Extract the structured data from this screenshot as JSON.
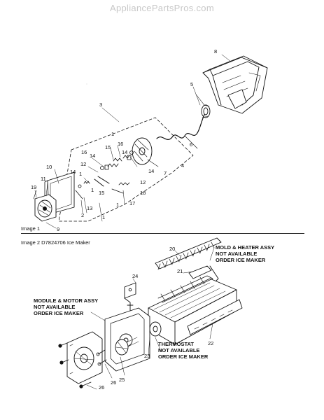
{
  "watermark": "AppliancePartsPros.com",
  "image1": {
    "caption": "Image 1"
  },
  "image2": {
    "caption": "Image 2  D7824706 Ice Maker"
  },
  "notes": {
    "mold": [
      "MOLD & HEATER ASSY",
      "NOT AVAILABLE",
      "ORDER ICE MAKER"
    ],
    "module": [
      "MODULE & MOTOR ASSY",
      "NOT AVAILABLE",
      "ORDER ICE MAKER"
    ],
    "thermostat": [
      "THERMOSTAT",
      "NOT AVAILABLE",
      "ORDER ICE MAKER"
    ]
  },
  "labels": {
    "p1": "1",
    "p1b": "1",
    "p1c": "1",
    "p1d": "1",
    "p2": "2",
    "p3": "3",
    "p4": "4",
    "p5": "5",
    "p6": "6",
    "p7": "7",
    "p8": "8",
    "p9": "9",
    "p10": "10",
    "p11": "11",
    "p12": "12",
    "p12b": "12",
    "p13": "13",
    "p14": "14",
    "p14b": "14",
    "p14c": "14",
    "p15": "15",
    "p15b": "15",
    "p16": "16",
    "p16b": "16",
    "p17": "17",
    "p18": "18",
    "p19": "19",
    "p20": "20",
    "p21": "21",
    "p22": "22",
    "p23": "23",
    "p24": "24",
    "p25": "25",
    "p26": "26",
    "p26b": "26"
  }
}
